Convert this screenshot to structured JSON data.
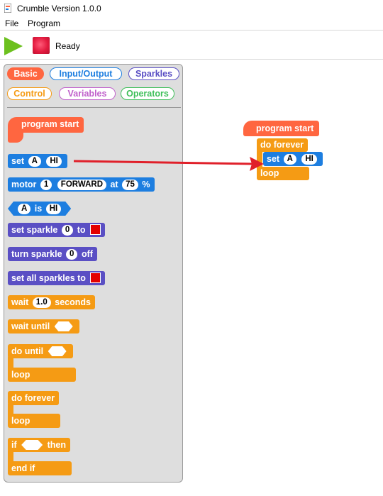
{
  "window": {
    "title": "Crumble Version 1.0.0"
  },
  "menu": {
    "file": "File",
    "program": "Program"
  },
  "toolbar": {
    "status": "Ready"
  },
  "categories": {
    "basic": "Basic",
    "io": "Input/Output",
    "sparkles": "Sparkles",
    "control": "Control",
    "variables": "Variables",
    "operators": "Operators"
  },
  "palette": {
    "program_start": "program start",
    "set_label": "set",
    "set_var": "A",
    "set_val": "HI",
    "motor_label": "motor",
    "motor_num": "1",
    "motor_dir": "FORWARD",
    "motor_at": "at",
    "motor_speed": "75",
    "motor_pct": "%",
    "cond_var": "A",
    "cond_is": "is",
    "cond_val": "HI",
    "set_sparkle": "set sparkle",
    "set_sparkle_num": "0",
    "set_sparkle_to": "to",
    "turn_sparkle": "turn sparkle",
    "turn_sparkle_num": "0",
    "turn_sparkle_off": "off",
    "set_all_sparkles": "set all sparkles to",
    "wait": "wait",
    "wait_val": "1.0",
    "wait_seconds": "seconds",
    "wait_until": "wait until",
    "do_until": "do until",
    "loop1": "loop",
    "do_forever": "do forever",
    "loop2": "loop",
    "if_label": "if",
    "then_label": "then",
    "end_if": "end if"
  },
  "canvas": {
    "program_start": "program start",
    "do_forever": "do forever",
    "set_label": "set",
    "set_var": "A",
    "set_val": "HI",
    "loop": "loop"
  },
  "colors": {
    "basic": "#ff6640",
    "io": "#1d7ee0",
    "sparkles": "#5a4fc4",
    "control": "#f59b14",
    "variables": "#c061cb",
    "operators": "#3fbf5a",
    "arrow": "#e0202a"
  }
}
